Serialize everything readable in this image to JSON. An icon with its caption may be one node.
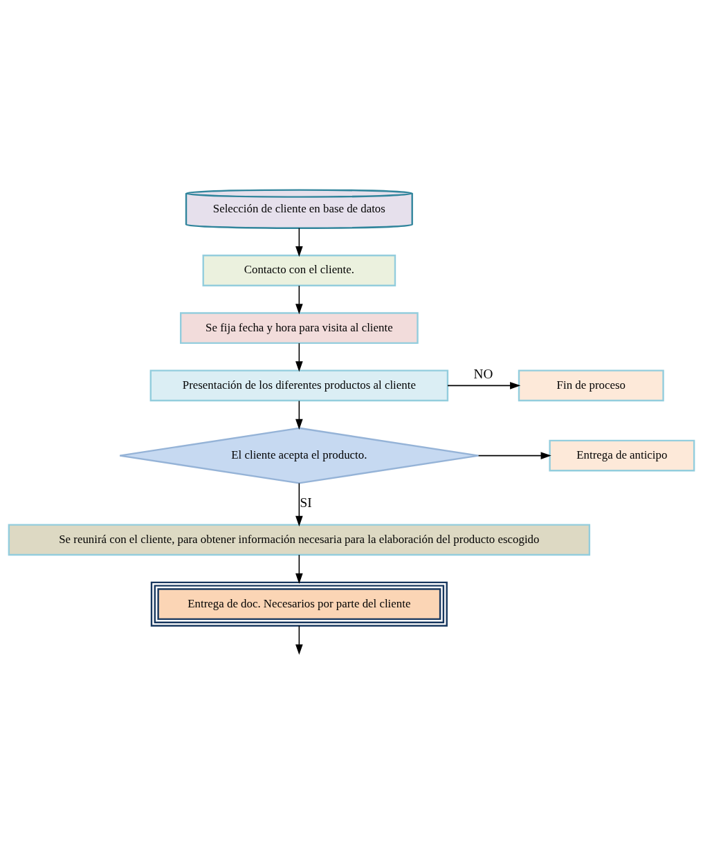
{
  "diagram": {
    "nodes": [
      {
        "text": [
          "Selección de cliente en base de datos"
        ]
      },
      {
        "text": [
          "Contacto con el cliente."
        ]
      },
      {
        "text": [
          "Se fija fecha y hora para visita al cliente"
        ]
      },
      {
        "text": [
          "Presentación de los diferentes productos al cliente"
        ]
      },
      {
        "text": [
          "Fin de proceso"
        ]
      },
      {
        "text": [
          "El cliente acepta el producto."
        ]
      },
      {
        "text": [
          "Entrega de anticipo"
        ]
      },
      {
        "text": [
          "Se reunirá con el cliente, para obtener información necesaria para la elaboración del producto escogido"
        ]
      },
      {
        "text": [
          "Entrega de doc. Necesarios por parte del cliente"
        ]
      }
    ],
    "edges": [
      {
        "from": 0,
        "to": 1,
        "arrow": "to"
      },
      {
        "from": 1,
        "to": 2,
        "arrow": "to"
      },
      {
        "from": 2,
        "to": 3,
        "arrow": "to"
      },
      {
        "from": 3,
        "to": 4,
        "arrow": "to",
        "label": "NO"
      },
      {
        "from": 3,
        "to": 5,
        "arrow": "to"
      },
      {
        "from": 5,
        "to": 6,
        "arrow": "to"
      },
      {
        "from": 5,
        "to": 7,
        "arrow": "to",
        "label": "SI"
      },
      {
        "from": 7,
        "to": 8,
        "arrow": "to"
      },
      {
        "from": 8,
        "to": null,
        "arrow": "to"
      }
    ]
  }
}
